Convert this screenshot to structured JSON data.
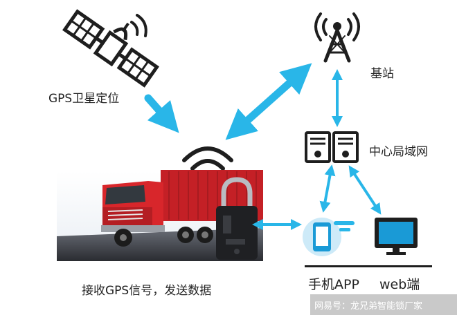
{
  "labels": {
    "gps_satellite": "GPS卫星定位",
    "base_station": "基站",
    "central_lan": "中心局域网",
    "receive_gps": "接收GPS信号，发送数据",
    "mobile_app": "手机APP",
    "web_terminal": "web端"
  },
  "watermark": "网易号：龙兄弟智能锁厂家",
  "colors": {
    "arrow": "#29b6e8",
    "icon_dark": "#1e1e1e",
    "truck_red": "#d8262b",
    "monitor_blue": "#1a9ad6"
  }
}
